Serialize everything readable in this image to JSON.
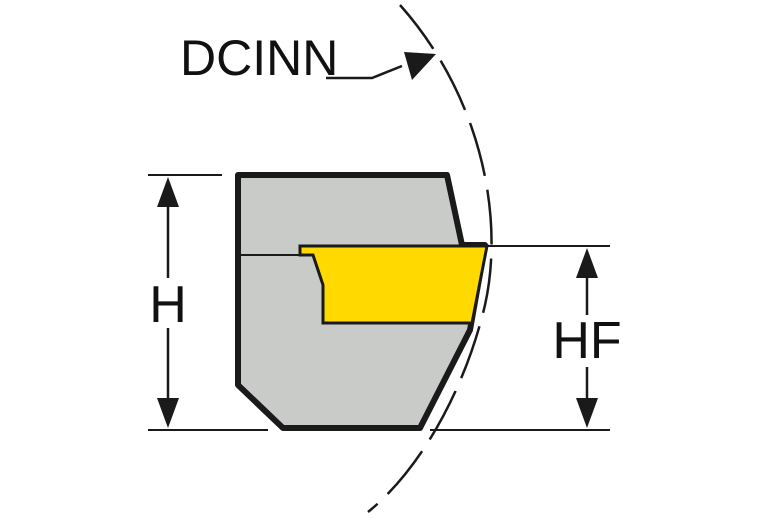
{
  "labels": {
    "tool_designation": "DCINN",
    "height": "H",
    "functional_height": "HF"
  },
  "colors": {
    "holder_body": "#c9cbc9",
    "insert": "#ffd900",
    "outline": "#1a1a1a",
    "background": "#ffffff"
  }
}
